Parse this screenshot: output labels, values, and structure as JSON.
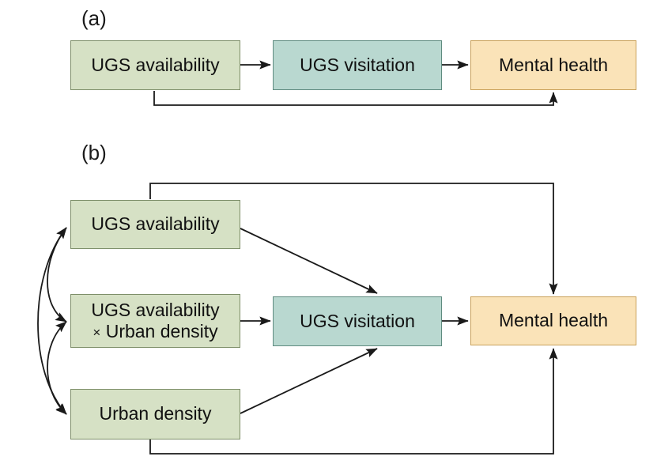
{
  "figure": {
    "type": "conceptual-path-diagram",
    "panels": [
      {
        "id": "a",
        "label": "(a)",
        "nodes": [
          {
            "id": "a-avail",
            "label": "UGS availability",
            "color": "#d6e1c5",
            "role": "predictor"
          },
          {
            "id": "a-visitation",
            "label": "UGS visitation",
            "color": "#b9d8d0",
            "role": "mediator"
          },
          {
            "id": "a-mental",
            "label": "Mental health",
            "color": "#fae3b8",
            "role": "outcome"
          }
        ],
        "edges": [
          {
            "from": "a-avail",
            "to": "a-visitation",
            "style": "straight",
            "arrow": "single"
          },
          {
            "from": "a-visitation",
            "to": "a-mental",
            "style": "straight",
            "arrow": "single"
          },
          {
            "from": "a-avail",
            "to": "a-mental",
            "style": "elbow-below",
            "arrow": "single"
          }
        ]
      },
      {
        "id": "b",
        "label": "(b)",
        "nodes": [
          {
            "id": "b-avail",
            "label": "UGS availability",
            "color": "#d6e1c5",
            "role": "predictor"
          },
          {
            "id": "b-interaction",
            "label_line1": "UGS availability",
            "label_line2": "× Urban density",
            "color": "#d6e1c5",
            "role": "interaction"
          },
          {
            "id": "b-density",
            "label": "Urban density",
            "color": "#d6e1c5",
            "role": "moderator"
          },
          {
            "id": "b-visitation",
            "label": "UGS visitation",
            "color": "#b9d8d0",
            "role": "mediator"
          },
          {
            "id": "b-mental",
            "label": "Mental health",
            "color": "#fae3b8",
            "role": "outcome"
          }
        ],
        "edges": [
          {
            "from": "b-avail",
            "to": "b-visitation",
            "style": "diagonal",
            "arrow": "single"
          },
          {
            "from": "b-interaction",
            "to": "b-visitation",
            "style": "straight",
            "arrow": "single"
          },
          {
            "from": "b-density",
            "to": "b-visitation",
            "style": "diagonal",
            "arrow": "single"
          },
          {
            "from": "b-visitation",
            "to": "b-mental",
            "style": "straight",
            "arrow": "single"
          },
          {
            "from": "b-avail",
            "to": "b-mental",
            "style": "elbow-above",
            "arrow": "single"
          },
          {
            "from": "b-density",
            "to": "b-mental",
            "style": "elbow-below",
            "arrow": "single"
          },
          {
            "from": "b-avail",
            "to": "b-interaction",
            "style": "curved",
            "arrow": "double"
          },
          {
            "from": "b-avail",
            "to": "b-density",
            "style": "curved",
            "arrow": "double"
          },
          {
            "from": "b-interaction",
            "to": "b-density",
            "style": "curved",
            "arrow": "double"
          }
        ]
      }
    ]
  },
  "colors": {
    "green_fill": "#d6e1c5",
    "green_stroke": "#7e8f6a",
    "teal_fill": "#b9d8d0",
    "teal_stroke": "#5f8b80",
    "orange_fill": "#fae3b8",
    "orange_stroke": "#c9a15a",
    "line": "#1a1a1a",
    "background": "#ffffff"
  }
}
